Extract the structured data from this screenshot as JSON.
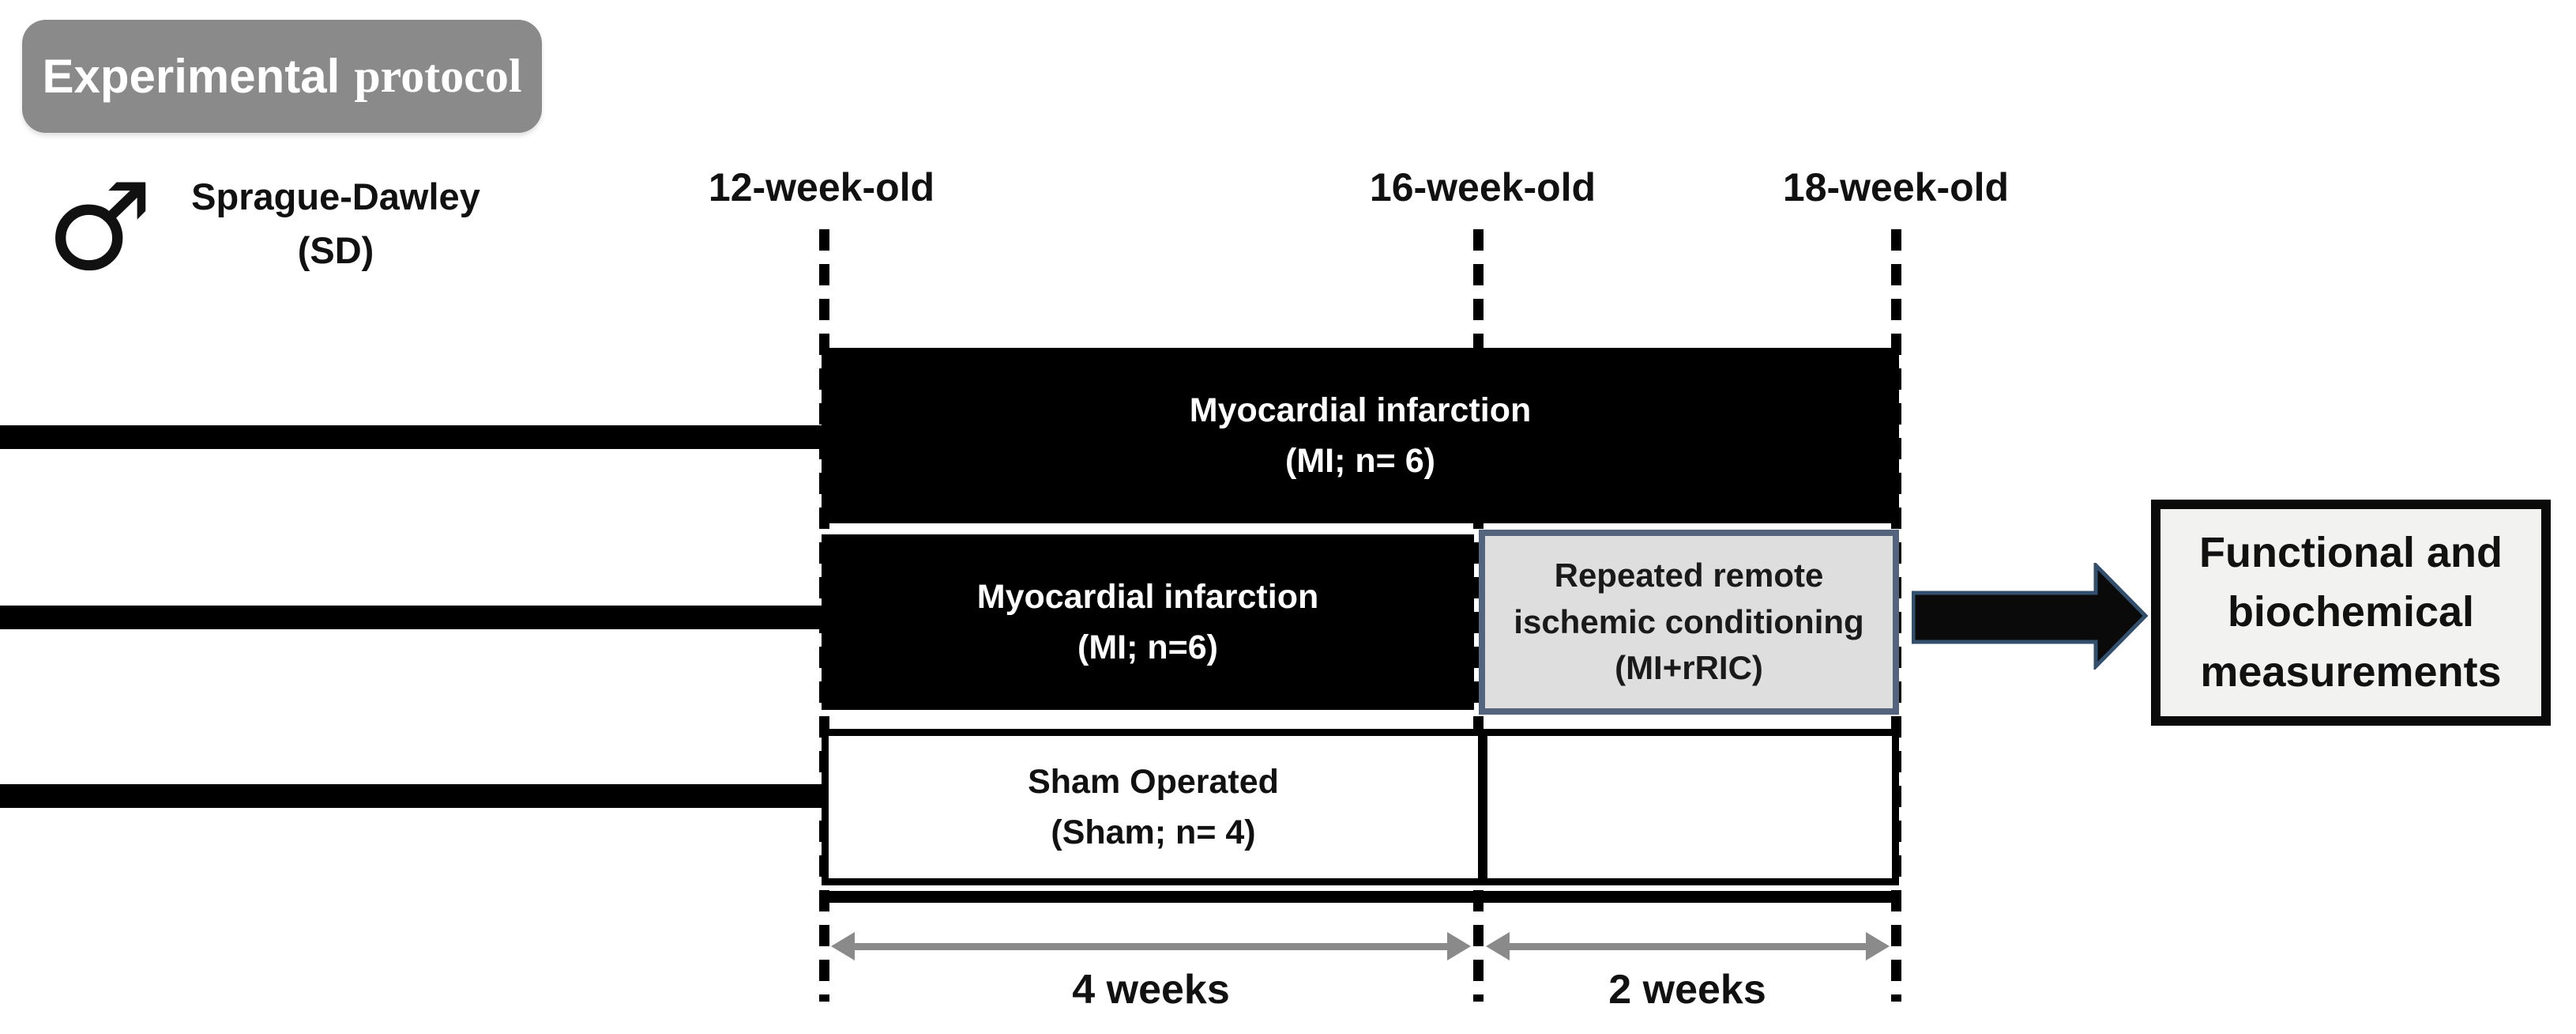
{
  "badge": {
    "text_sans": "Experimental",
    "text_serif": "protocol"
  },
  "subject": {
    "icon": "male-symbol",
    "icon_glyph": "♂",
    "name_line1": "Sprague-Dawley",
    "name_line2": "(SD)"
  },
  "timepoints": [
    {
      "label": "12-week-old"
    },
    {
      "label": "16-week-old"
    },
    {
      "label": "18-week-old"
    }
  ],
  "groups": [
    {
      "name_line1": "Myocardial infarction",
      "name_line2": "(MI; n= 6)"
    },
    {
      "name_line1": "Myocardial infarction",
      "name_line2": "(MI; n=6)"
    },
    {
      "name_line1": "Sham Operated",
      "name_line2": "(Sham; n= 4)"
    }
  ],
  "intervention": {
    "line1": "Repeated remote",
    "line2": "ischemic conditioning",
    "line3": "(MI+rRIC)"
  },
  "outcome": {
    "line1": "Functional and",
    "line2": "biochemical",
    "line3": "measurements"
  },
  "durations": [
    {
      "label": "4 weeks"
    },
    {
      "label": "2 weeks"
    }
  ],
  "colors": {
    "badge_bg": "#8a8a8a",
    "badge_text": "#ffffff",
    "black_box": "#000000",
    "box_text_light": "#ffffff",
    "gray_box_bg": "#dedede",
    "gray_box_border": "#53647c",
    "outcome_box_bg": "#f2f2f0",
    "outcome_box_border": "#0a0a0a",
    "duration_arrow": "#8a8a8a",
    "big_arrow_fill": "#0a0a0a",
    "big_arrow_stroke": "#32506e",
    "text_dark": "#1a1a1a"
  }
}
